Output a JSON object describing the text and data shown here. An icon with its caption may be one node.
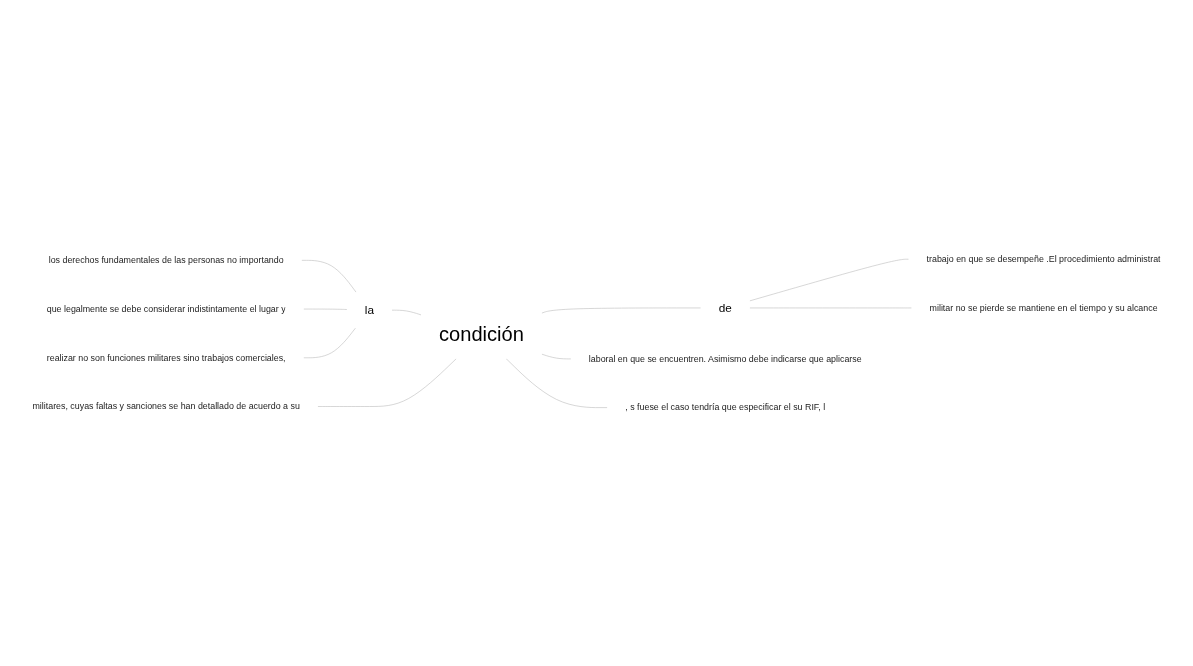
{
  "diagram": {
    "nodes": [
      {
        "text": [
          "los derechos fundamentales de las personas no importando"
        ]
      },
      {
        "text": [
          "que legalmente se debe considerar indistintamente el lugar y"
        ]
      },
      {
        "text": [
          "realizar no son funciones militares sino trabajos comerciales,"
        ]
      },
      {
        "text": [
          "militares, cuyas faltas y sanciones se han detallado de acuerdo a su"
        ]
      },
      {
        "text": [
          "la"
        ]
      },
      {
        "text": [
          "condición"
        ]
      },
      {
        "text": [
          "de"
        ]
      },
      {
        "text": [
          "trabajo en que se desempeñe .El procedimiento administrat"
        ]
      },
      {
        "text": [
          "militar no se pierde se mantiene en el tiempo y su alcance"
        ]
      },
      {
        "text": [
          "laboral en que se encuentren. Asimismo debe indicarse que aplicarse"
        ]
      },
      {
        "text": [
          ", s fuese el caso tendría que especificar el su RIF, l"
        ]
      }
    ],
    "edges": [
      {
        "from": 0,
        "to": 4,
        "arrow": "none"
      },
      {
        "from": 1,
        "to": 4,
        "arrow": "none"
      },
      {
        "from": 2,
        "to": 4,
        "arrow": "none"
      },
      {
        "from": 4,
        "to": 5,
        "arrow": "none"
      },
      {
        "from": 3,
        "to": 5,
        "arrow": "none"
      },
      {
        "from": 5,
        "to": 6,
        "arrow": "none"
      },
      {
        "from": 6,
        "to": 7,
        "arrow": "none"
      },
      {
        "from": 6,
        "to": 8,
        "arrow": "none"
      },
      {
        "from": 5,
        "to": 9,
        "arrow": "none"
      },
      {
        "from": 5,
        "to": 10,
        "arrow": "none"
      }
    ]
  }
}
